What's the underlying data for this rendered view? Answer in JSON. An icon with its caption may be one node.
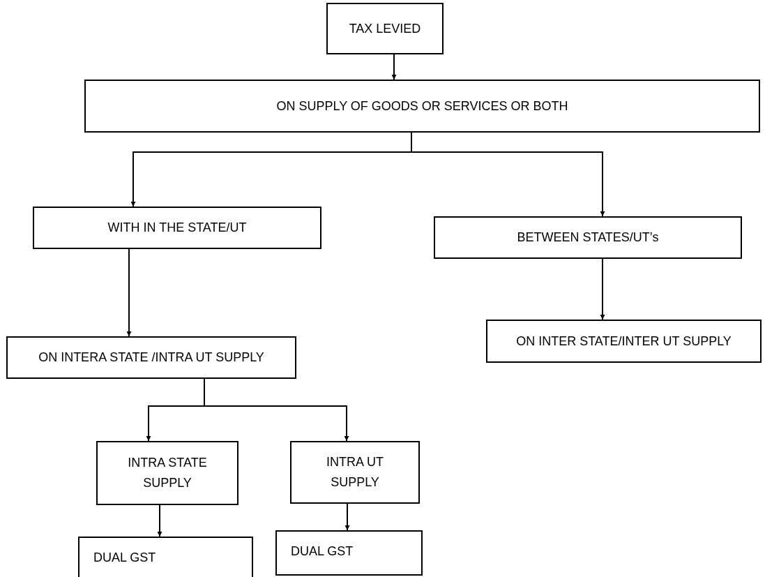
{
  "diagram": {
    "nodes": [
      {
        "text": [
          "TAX LEVIED"
        ]
      },
      {
        "text": [
          "ON SUPPLY OF GOODS OR SERVICES OR BOTH"
        ]
      },
      {
        "text": [
          "WITH IN THE STATE/UT"
        ]
      },
      {
        "text": [
          "BETWEEN STATES/UT’s"
        ]
      },
      {
        "text": [
          "ON INTERA STATE /INTRA UT SUPPLY"
        ]
      },
      {
        "text": [
          "ON INTER STATE/INTER UT SUPPLY"
        ]
      },
      {
        "text": [
          "INTRA STATE SUPPLY"
        ]
      },
      {
        "text": [
          "INTRA UT SUPPLY"
        ]
      },
      {
        "text": [
          "DUAL GST"
        ]
      },
      {
        "text": [
          "DUAL GST"
        ]
      }
    ],
    "edges": [
      {
        "from": 0,
        "to": 1,
        "arrow": "to"
      },
      {
        "from": 1,
        "to": 2,
        "arrow": "to"
      },
      {
        "from": 1,
        "to": 3,
        "arrow": "to"
      },
      {
        "from": 2,
        "to": 4,
        "arrow": "to"
      },
      {
        "from": 3,
        "to": 5,
        "arrow": "to"
      },
      {
        "from": 4,
        "to": 6,
        "arrow": "to"
      },
      {
        "from": 4,
        "to": 7,
        "arrow": "to"
      },
      {
        "from": 6,
        "to": 8,
        "arrow": "to"
      },
      {
        "from": 7,
        "to": 9,
        "arrow": "to"
      }
    ]
  }
}
